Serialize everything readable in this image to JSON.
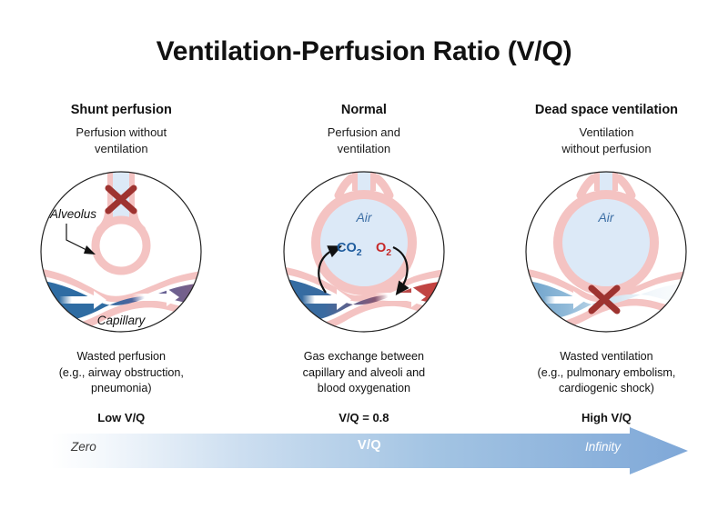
{
  "title": "Ventilation-Perfusion Ratio (V/Q)",
  "colors": {
    "alveolus_wall": "#f4c3c2",
    "alveolus_wall_dark": "#eeaaa8",
    "air_fill": "#dce9f7",
    "air_text": "#3d6fa5",
    "blood_deoxy": "#2e6ca4",
    "blood_oxy": "#cf3b36",
    "blood_mixed": "#7b5f86",
    "x_mark": "#9e3330",
    "co2_text": "#1f5c9e",
    "o2_text": "#c62828",
    "scale_gradient_start": "#ffffff",
    "scale_gradient_end": "#7fa8d8",
    "circle_outline": "#222222"
  },
  "panels": [
    {
      "id": "shunt",
      "title": "Shunt perfusion",
      "subtitle": "Perfusion without\nventilation",
      "subtitle_line1": "Perfusion without",
      "subtitle_line2": "ventilation",
      "caption_line1": "Wasted perfusion",
      "caption_line2": "(e.g., airway obstruction,",
      "caption_line3": "pneumonia)",
      "vq": "Low V/Q",
      "labels": {
        "alveolus": "Alveolus",
        "capillary": "Capillary"
      },
      "airway_blocked": true,
      "capillary_blocked": false,
      "alveolus_filled": false
    },
    {
      "id": "normal",
      "title": "Normal",
      "subtitle_line1": "Perfusion and",
      "subtitle_line2": "ventilation",
      "caption_line1": "Gas exchange between",
      "caption_line2": "capillary and alveoli and",
      "caption_line3": "blood oxygenation",
      "vq": "V/Q = 0.8",
      "labels": {
        "air": "Air",
        "co2": "CO",
        "co2_sub": "2",
        "o2": "O",
        "o2_sub": "2"
      },
      "airway_blocked": false,
      "capillary_blocked": false,
      "alveolus_filled": true
    },
    {
      "id": "dead-space",
      "title": "Dead space ventilation",
      "subtitle_line1": "Ventilation",
      "subtitle_line2": "without perfusion",
      "caption_line1": "Wasted ventilation",
      "caption_line2": "(e.g., pulmonary embolism,",
      "caption_line3": "cardiogenic shock)",
      "vq": "High V/Q",
      "labels": {
        "air": "Air"
      },
      "airway_blocked": false,
      "capillary_blocked": true,
      "alveolus_filled": true
    }
  ],
  "scale": {
    "left_label": "Zero",
    "center_label": "V/Q",
    "right_label": "Infinity"
  }
}
